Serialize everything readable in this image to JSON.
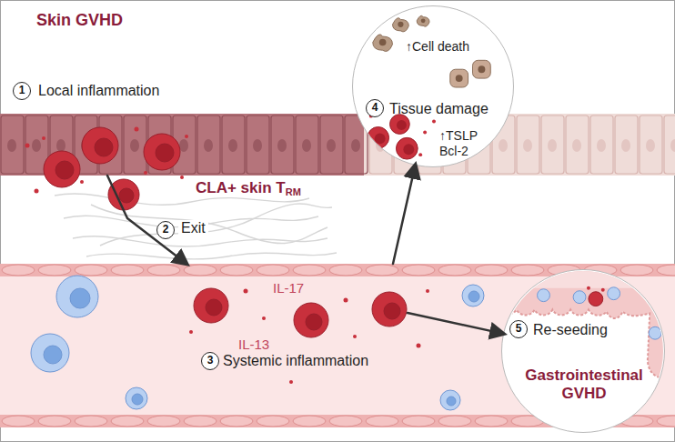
{
  "diagram": {
    "nodes": [
      {
        "text": [
          "Local inflammation"
        ]
      },
      {
        "text": [
          "IL-17",
          "IL-13",
          "Systemic inflammation"
        ]
      },
      {
        "text": [
          "Tissue damage",
          "↑Cell death",
          "↑TSLP Bcl-2"
        ]
      },
      {
        "text": [
          "Re-seeding",
          "Gastrointestinal GVHD"
        ]
      }
    ],
    "edges": [
      {
        "from": 0,
        "to": 1,
        "arrow": "to",
        "label": "Exit"
      },
      {
        "from": 1,
        "to": 2,
        "arrow": "to"
      },
      {
        "from": 1,
        "to": 3,
        "arrow": "to"
      }
    ],
    "labels": [
      "Skin GVHD",
      "CLA+ skin T",
      "RM",
      "1",
      "2",
      "3",
      "4",
      "5"
    ]
  }
}
